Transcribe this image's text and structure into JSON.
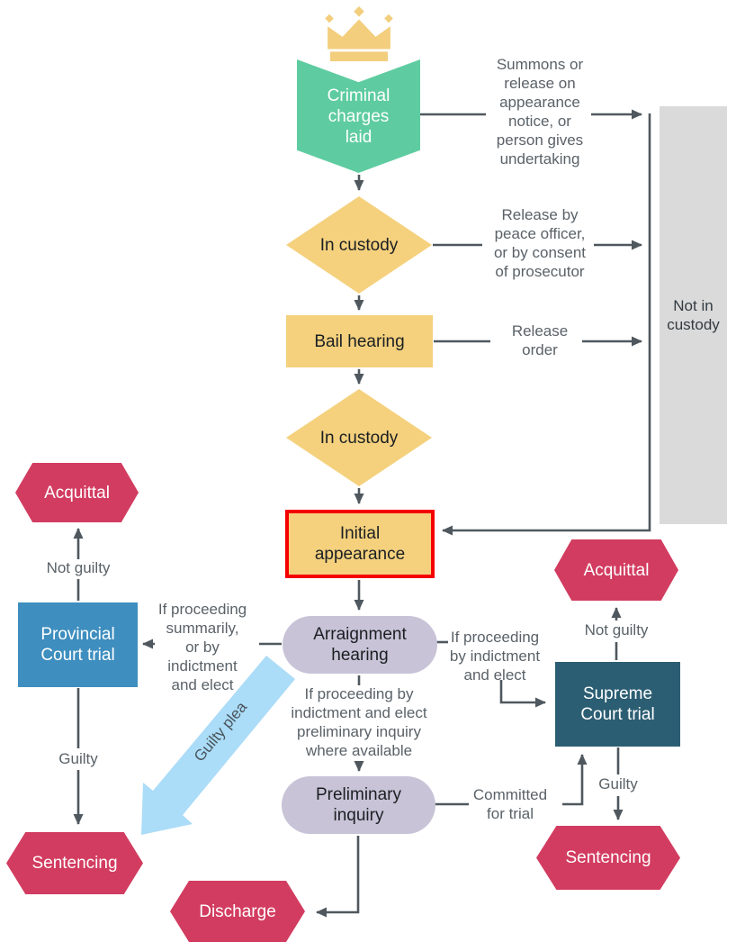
{
  "colors": {
    "green": "#5ECCA0",
    "yellow": "#F5D17E",
    "lavender": "#C8C3D7",
    "blue": "#3E8EBF",
    "teal": "#2C5E73",
    "crimson": "#D23C60",
    "gray_box": "#DADADA",
    "line": "#4F585E",
    "label_text": "#5A6268",
    "red_border": "#F40000",
    "plea_blue": "#ABDCF8",
    "gold": "#F2CE7D"
  },
  "icons": {
    "crown": "crown-icon"
  },
  "nodes": {
    "criminal_charges": "Criminal\ncharges\nlaid",
    "in_custody_1": "In custody",
    "bail_hearing": "Bail hearing",
    "in_custody_2": "In custody",
    "initial_appearance": "Initial\nappearance",
    "arraignment_hearing": "Arraignment\nhearing",
    "preliminary_inquiry": "Preliminary\ninquiry",
    "provincial_court_trial": "Provincial\nCourt trial",
    "supreme_court_trial": "Supreme\nCourt trial",
    "acquittal_left": "Acquittal",
    "acquittal_right": "Acquittal",
    "sentencing_left": "Sentencing",
    "sentencing_right": "Sentencing",
    "discharge": "Discharge",
    "not_in_custody": "Not in\ncustody"
  },
  "edge_labels": {
    "summons": "Summons or\nrelease on\nappearance\nnotice, or\nperson gives\nundertaking",
    "release_by_officer": "Release by\npeace officer,\nor by consent\nof prosecutor",
    "release_order": "Release\norder",
    "not_guilty_left": "Not guilty",
    "not_guilty_right": "Not guilty",
    "guilty_left": "Guilty",
    "guilty_right": "Guilty",
    "if_summarily": "If proceeding\nsummarily,\nor by\nindictment\nand elect",
    "if_indictment_right": "If proceeding\nby indictment\nand elect",
    "if_indictment_prelim": "If proceeding by\nindictment and elect\npreliminary inquiry\nwhere available",
    "committed_for_trial": "Committed\nfor trial",
    "guilty_plea": "Guilty plea"
  }
}
